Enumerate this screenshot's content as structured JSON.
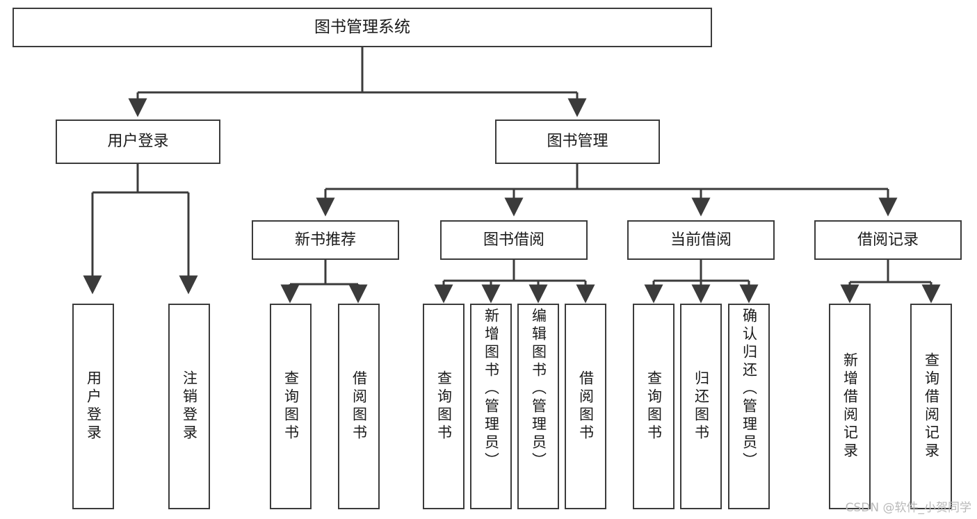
{
  "diagram": {
    "type": "tree-hierarchy-chart",
    "title": "图书管理系统",
    "watermark": "CSDN @软件_小贺同学",
    "colors": {
      "box_border": "#3b3b3b",
      "box_fill": "#ffffff",
      "text": "#1a1a1a",
      "edge": "#3b3b3b",
      "watermark": "#b9b9b9",
      "background": "#ffffff"
    },
    "levels": [
      {
        "level": 0,
        "nodes": [
          {
            "id": "root",
            "label": "图书管理系统",
            "orientation": "horizontal"
          }
        ]
      },
      {
        "level": 1,
        "nodes": [
          {
            "id": "login",
            "label": "用户登录",
            "orientation": "horizontal",
            "parent": "root"
          },
          {
            "id": "bookmgmt",
            "label": "图书管理",
            "orientation": "horizontal",
            "parent": "root"
          }
        ]
      },
      {
        "level": 2,
        "nodes": [
          {
            "id": "newbook",
            "label": "新书推荐",
            "orientation": "horizontal",
            "parent": "bookmgmt"
          },
          {
            "id": "borrow",
            "label": "图书借阅",
            "orientation": "horizontal",
            "parent": "bookmgmt"
          },
          {
            "id": "current",
            "label": "当前借阅",
            "orientation": "horizontal",
            "parent": "bookmgmt"
          },
          {
            "id": "records",
            "label": "借阅记录",
            "orientation": "horizontal",
            "parent": "bookmgmt"
          }
        ]
      },
      {
        "level": 3,
        "nodes": [
          {
            "id": "leaf1",
            "label": "用户登录",
            "orientation": "vertical",
            "parent": "login"
          },
          {
            "id": "leaf2",
            "label": "注销登录",
            "orientation": "vertical",
            "parent": "login"
          },
          {
            "id": "leaf3",
            "label": "查询图书",
            "orientation": "vertical",
            "parent": "newbook"
          },
          {
            "id": "leaf4",
            "label": "借阅图书",
            "orientation": "vertical",
            "parent": "newbook"
          },
          {
            "id": "leaf5",
            "label": "查询图书",
            "orientation": "vertical",
            "parent": "borrow"
          },
          {
            "id": "leaf6",
            "label": "新增图书（管理员）",
            "orientation": "vertical",
            "parent": "borrow"
          },
          {
            "id": "leaf7",
            "label": "编辑图书（管理员）",
            "orientation": "vertical",
            "parent": "borrow"
          },
          {
            "id": "leaf8",
            "label": "借阅图书",
            "orientation": "vertical",
            "parent": "borrow"
          },
          {
            "id": "leaf9",
            "label": "查询图书",
            "orientation": "vertical",
            "parent": "current"
          },
          {
            "id": "leaf10",
            "label": "归还图书",
            "orientation": "vertical",
            "parent": "current"
          },
          {
            "id": "leaf11",
            "label": "确认归还（管理员）",
            "orientation": "vertical",
            "parent": "current"
          },
          {
            "id": "leaf12",
            "label": "新增借阅记录",
            "orientation": "vertical",
            "parent": "records"
          },
          {
            "id": "leaf13",
            "label": "查询借阅记录",
            "orientation": "vertical",
            "parent": "records"
          }
        ]
      }
    ]
  }
}
